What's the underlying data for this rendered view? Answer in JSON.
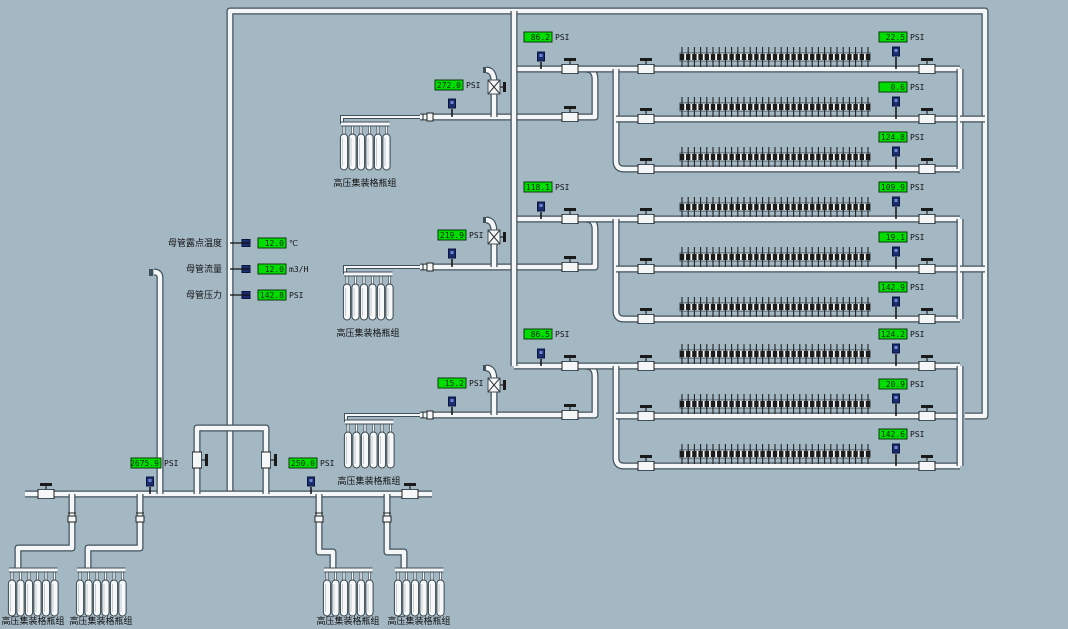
{
  "labels": {
    "bottle_group": "高压集装格瓶组",
    "dew_point": "母管露点温度",
    "flow": "母管流量",
    "pressure": "母管压力"
  },
  "units": {
    "psi": "PSI",
    "celsius": "℃",
    "flow": "m3/H"
  },
  "main_readings": {
    "dew_point": "12.0",
    "flow": "12.0",
    "pressure": "142.8",
    "header_left": "2675.9",
    "header_right": "250.0"
  },
  "groups": [
    {
      "bottle_pressure": "272.0",
      "outlet_pressure": "86.2",
      "branches": [
        "22.5",
        "0.6",
        "124.8"
      ]
    },
    {
      "bottle_pressure": "219.9",
      "outlet_pressure": "118.1",
      "branches": [
        "109.9",
        "19.1",
        "142.9"
      ]
    },
    {
      "bottle_pressure": "15.2",
      "outlet_pressure": "86.5",
      "branches": [
        "124.2",
        "20.9",
        "142.6"
      ]
    }
  ],
  "colors": {
    "background": "#a4b8c4",
    "lcd": "#00dd00",
    "pipe": "#f4f6f7",
    "sensor": "#1c2d6e",
    "valve_handle": "#1a1a1a"
  }
}
